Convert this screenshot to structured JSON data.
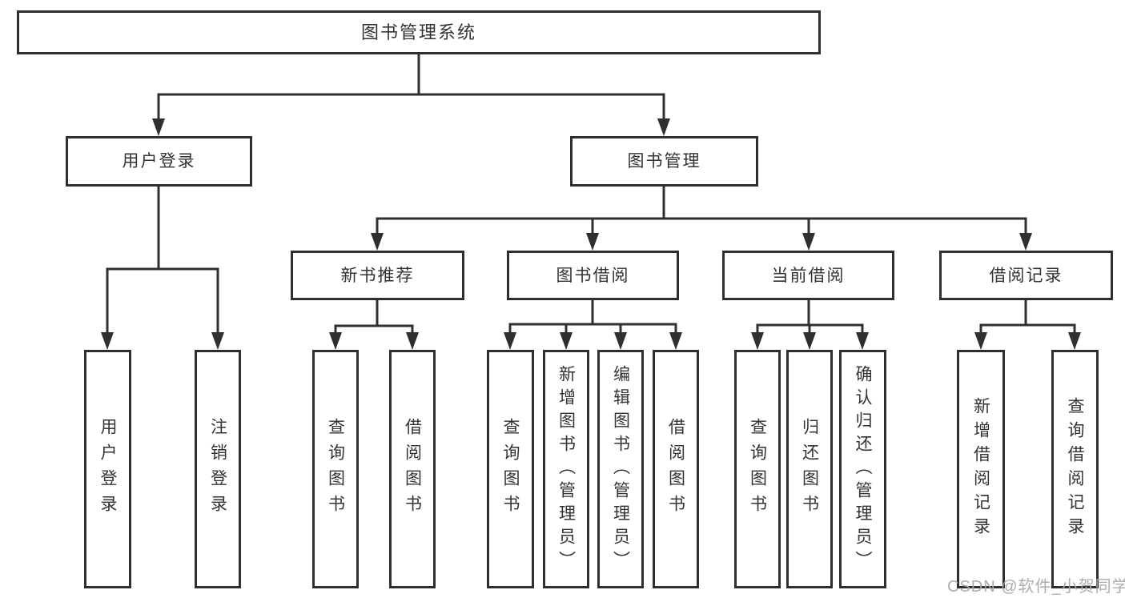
{
  "diagram": {
    "root": {
      "label": "图书管理系统"
    },
    "branches": [
      {
        "label": "用户登录",
        "children": [
          {
            "label": "用户登录"
          },
          {
            "label": "注销登录"
          }
        ]
      },
      {
        "label": "图书管理",
        "children": [
          {
            "label": "新书推荐",
            "children": [
              {
                "label": "查询图书"
              },
              {
                "label": "借阅图书"
              }
            ]
          },
          {
            "label": "图书借阅",
            "children": [
              {
                "label": "查询图书"
              },
              {
                "label": "新增图书（管理员）"
              },
              {
                "label": "编辑图书（管理员）"
              },
              {
                "label": "借阅图书"
              }
            ]
          },
          {
            "label": "当前借阅",
            "children": [
              {
                "label": "查询图书"
              },
              {
                "label": "归还图书"
              },
              {
                "label": "确认归还（管理员）"
              }
            ]
          },
          {
            "label": "借阅记录",
            "children": [
              {
                "label": "新增借阅记录"
              },
              {
                "label": "查询借阅记录"
              }
            ]
          }
        ]
      }
    ],
    "watermark": "CSDN @软件_小贺同学",
    "colors": {
      "line": "#2f2f2f",
      "text": "#333336",
      "background": "#ffffff",
      "watermark": "#a8a8ae"
    }
  }
}
